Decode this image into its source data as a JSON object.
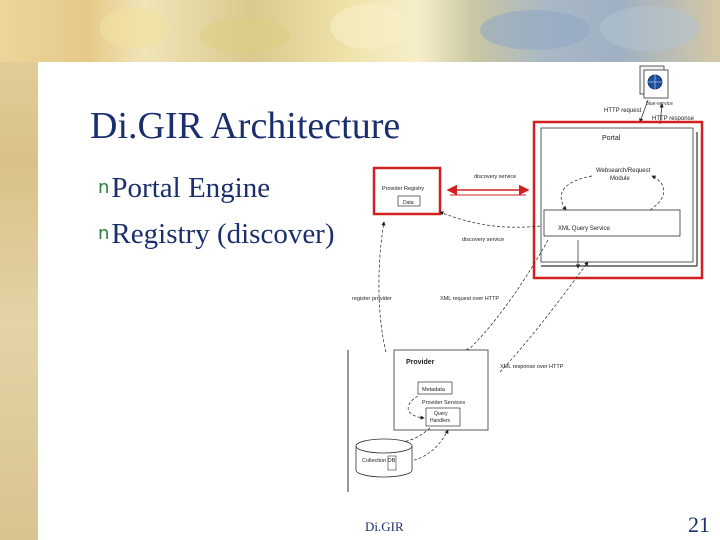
{
  "slide": {
    "title": "Di.GIR Architecture",
    "bullets": [
      "Portal Engine",
      "Registry (discover)"
    ],
    "bullet_mark": "n",
    "footer": "Di.GIR",
    "page_number": "21"
  },
  "diagram": {
    "http_request": "HTTP request",
    "http_response": "HTTP response",
    "portal": "Portal",
    "websearch": "Websearch/Request",
    "websearch2": "Module",
    "registry": "Provider Registry",
    "data": "Data",
    "xml_query": "XML Query Service",
    "discovery": "discovery service",
    "register_provider": "register provider",
    "xml_request": "XML request over HTTP",
    "provider": "Provider",
    "xml_response": "XML response over HTTP",
    "metadata": "Metadata",
    "provider_services": "Provider Services",
    "query_handlers": "Query",
    "query_handlers2": "Handlers",
    "collection_db": "Collection DB",
    "blue_service": "blue-service"
  }
}
